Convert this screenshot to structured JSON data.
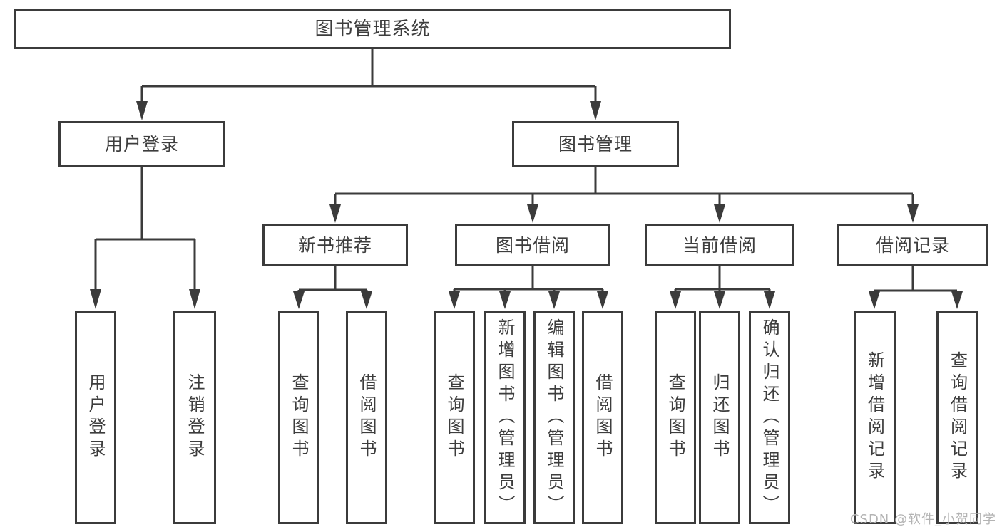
{
  "diagram": {
    "title": "图书管理系统",
    "branches": {
      "user": {
        "label": "用户登录",
        "children": [
          "用户登录",
          "注销登录"
        ]
      },
      "management": {
        "label": "图书管理",
        "sections": [
          {
            "label": "新书推荐",
            "children": [
              "查询图书",
              "借阅图书"
            ]
          },
          {
            "label": "图书借阅",
            "children": [
              "查询图书",
              "新增图书（管理员）",
              "编辑图书（管理员）",
              "借阅图书"
            ]
          },
          {
            "label": "当前借阅",
            "children": [
              "查询图书",
              "归还图书",
              "确认归还（管理员）"
            ]
          },
          {
            "label": "借阅记录",
            "children": [
              "新增借阅记录",
              "查询借阅记录"
            ]
          }
        ]
      }
    }
  },
  "colors": {
    "line": "#3b3b3b",
    "text": "#3d3d3d",
    "box_fill": "#ffffff",
    "background": "#ffffff",
    "watermark": "#b3b3b3"
  },
  "watermark": "CSDN @软件_小贺同学"
}
